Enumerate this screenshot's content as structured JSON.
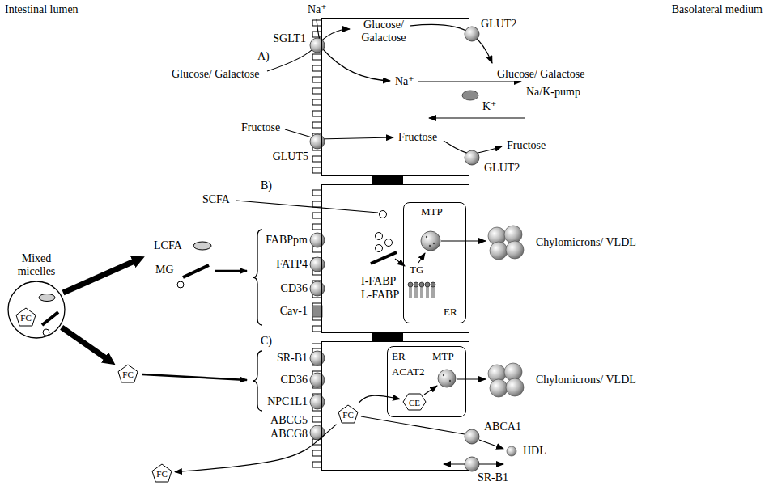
{
  "diagram": {
    "nodes": [
      {
        "text": [
          "Glucose/ Galactose",
          "Na⁺",
          "Fructose"
        ]
      },
      {
        "text": [
          "Mixed micelles"
        ]
      },
      {
        "text": [
          "FC"
        ],
        "in": 1
      },
      {
        "text": [
          "I-FABP",
          "L-FABP"
        ]
      },
      {
        "text": [
          "MTP",
          "TG",
          "ER"
        ],
        "in": 3
      },
      {
        "text": [
          "FC"
        ]
      },
      {
        "text": []
      },
      {
        "text": [
          "ER",
          "ACAT2",
          "MTP"
        ],
        "in": 6
      },
      {
        "text": [
          "CE"
        ],
        "in": 7
      },
      {
        "text": [
          "FC"
        ],
        "in": 6
      },
      {
        "text": [
          "FC"
        ]
      }
    ],
    "edges": [
      {
        "from": 1,
        "to": 5,
        "arrow": "to"
      },
      {
        "from": 9,
        "to": 8,
        "arrow": "to"
      },
      {
        "from": 9,
        "to": 10,
        "arrow": "to"
      }
    ],
    "labels": [
      "Intestinal lumen",
      "Basolateral medium",
      "A)",
      "Na⁺",
      "SGLT1",
      "Glucose/ Galactose",
      "GLUT2",
      "Glucose/ Galactose",
      "Na/K-pump",
      "K⁺",
      "Fructose",
      "GLUT5",
      "Fructose",
      "GLUT2",
      "B)",
      "SCFA",
      "FABPpm",
      "FATP4",
      "CD36",
      "Cav-1",
      "LCFA",
      "MG",
      "Chylomicrons/ VLDL",
      "C)",
      "SR-B1",
      "CD36",
      "NPC1L1",
      "ABCG5",
      "ABCG8",
      "Chylomicrons/ VLDL",
      "ABCA1",
      "HDL",
      "SR-B1"
    ]
  }
}
